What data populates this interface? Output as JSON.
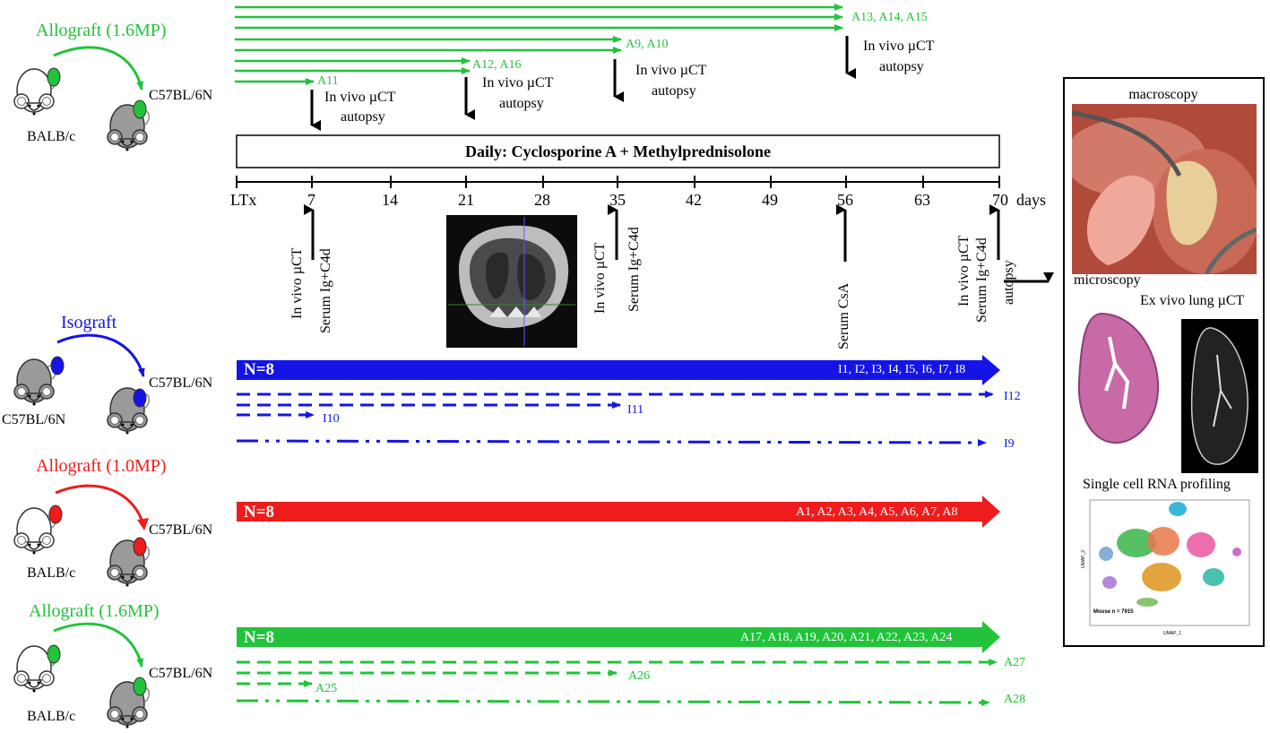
{
  "groups": {
    "allograft_top": {
      "title": "Allograft  (1.6MP)",
      "donor": "BALB/c",
      "recipient": "C57BL/6N",
      "color": "#22c33a"
    },
    "isograft": {
      "title": "Isograft",
      "donor": "C57BL/6N",
      "recipient": "C57BL/6N",
      "color": "#1414e6"
    },
    "allograft_10": {
      "title": "Allograft  (1.0MP)",
      "donor": "BALB/c",
      "recipient": "C57BL/6N",
      "color": "#ee1c1c"
    },
    "allograft_16": {
      "title": "Allograft  (1.6MP)",
      "donor": "BALB/c",
      "recipient": "C57BL/6N",
      "color": "#22c33a"
    }
  },
  "top_arrows": {
    "labels": [
      "A13,  A14,  A15",
      "A9,  A10",
      "A12,  A16",
      "A11"
    ],
    "events": [
      {
        "line1": "In  vivo   µCT",
        "line2": "autopsy"
      },
      {
        "line1": "In  vivo   µCT",
        "line2": "autopsy"
      },
      {
        "line1": "In  vivo   µCT",
        "line2": "autopsy"
      },
      {
        "line1": "In  vivo   µCT",
        "line2": "autopsy"
      }
    ]
  },
  "treatment": "Daily:  Cyclosporine A + Methylprednisolone",
  "timeline": {
    "ticks": [
      "LTx",
      "7",
      "14",
      "21",
      "28",
      "35",
      "42",
      "49",
      "56",
      "63",
      "70"
    ],
    "unit": "days",
    "samplings": [
      {
        "lines": [
          "In  vivo   µCT",
          "Serum  Ig+C4d"
        ]
      },
      {
        "lines": [
          "In  vivo   µCT",
          "Serum  Ig+C4d"
        ]
      },
      {
        "lines": [
          "Serum  CsA"
        ]
      },
      {
        "lines": [
          "In  vivo   µCT",
          "Serum  Ig+C4d",
          "autopsy"
        ]
      }
    ]
  },
  "cohorts": {
    "isograft": {
      "n": "N=8",
      "ids": "I1,  I2,  I3,  I4,  I5,  I6,  I7,  I8",
      "dashed": [
        "I12",
        "I11",
        "I10"
      ],
      "dashdot": "I9"
    },
    "allograft_10": {
      "n": "N=8",
      "ids": "A1,  A2,  A3,  A4,  A5,  A6,  A7,  A8"
    },
    "allograft_16": {
      "n": "N=8",
      "ids": "A17,  A18,  A19,  A20,  A21,  A22,  A23,  A24",
      "dashed": [
        "A27",
        "A26",
        "A25"
      ],
      "dashdot": "A28"
    }
  },
  "analysis_panel": {
    "macroscopy": "macroscopy",
    "microscopy": "microscopy",
    "exvivo": "Ex  vivo  lung   µCT",
    "scrna": "Single   cell  RNA  profiling",
    "umap": {
      "legend": "Mouse\nn = 7915",
      "xlabel": "UMAP_1",
      "ylabel": "UMAP_2"
    }
  }
}
